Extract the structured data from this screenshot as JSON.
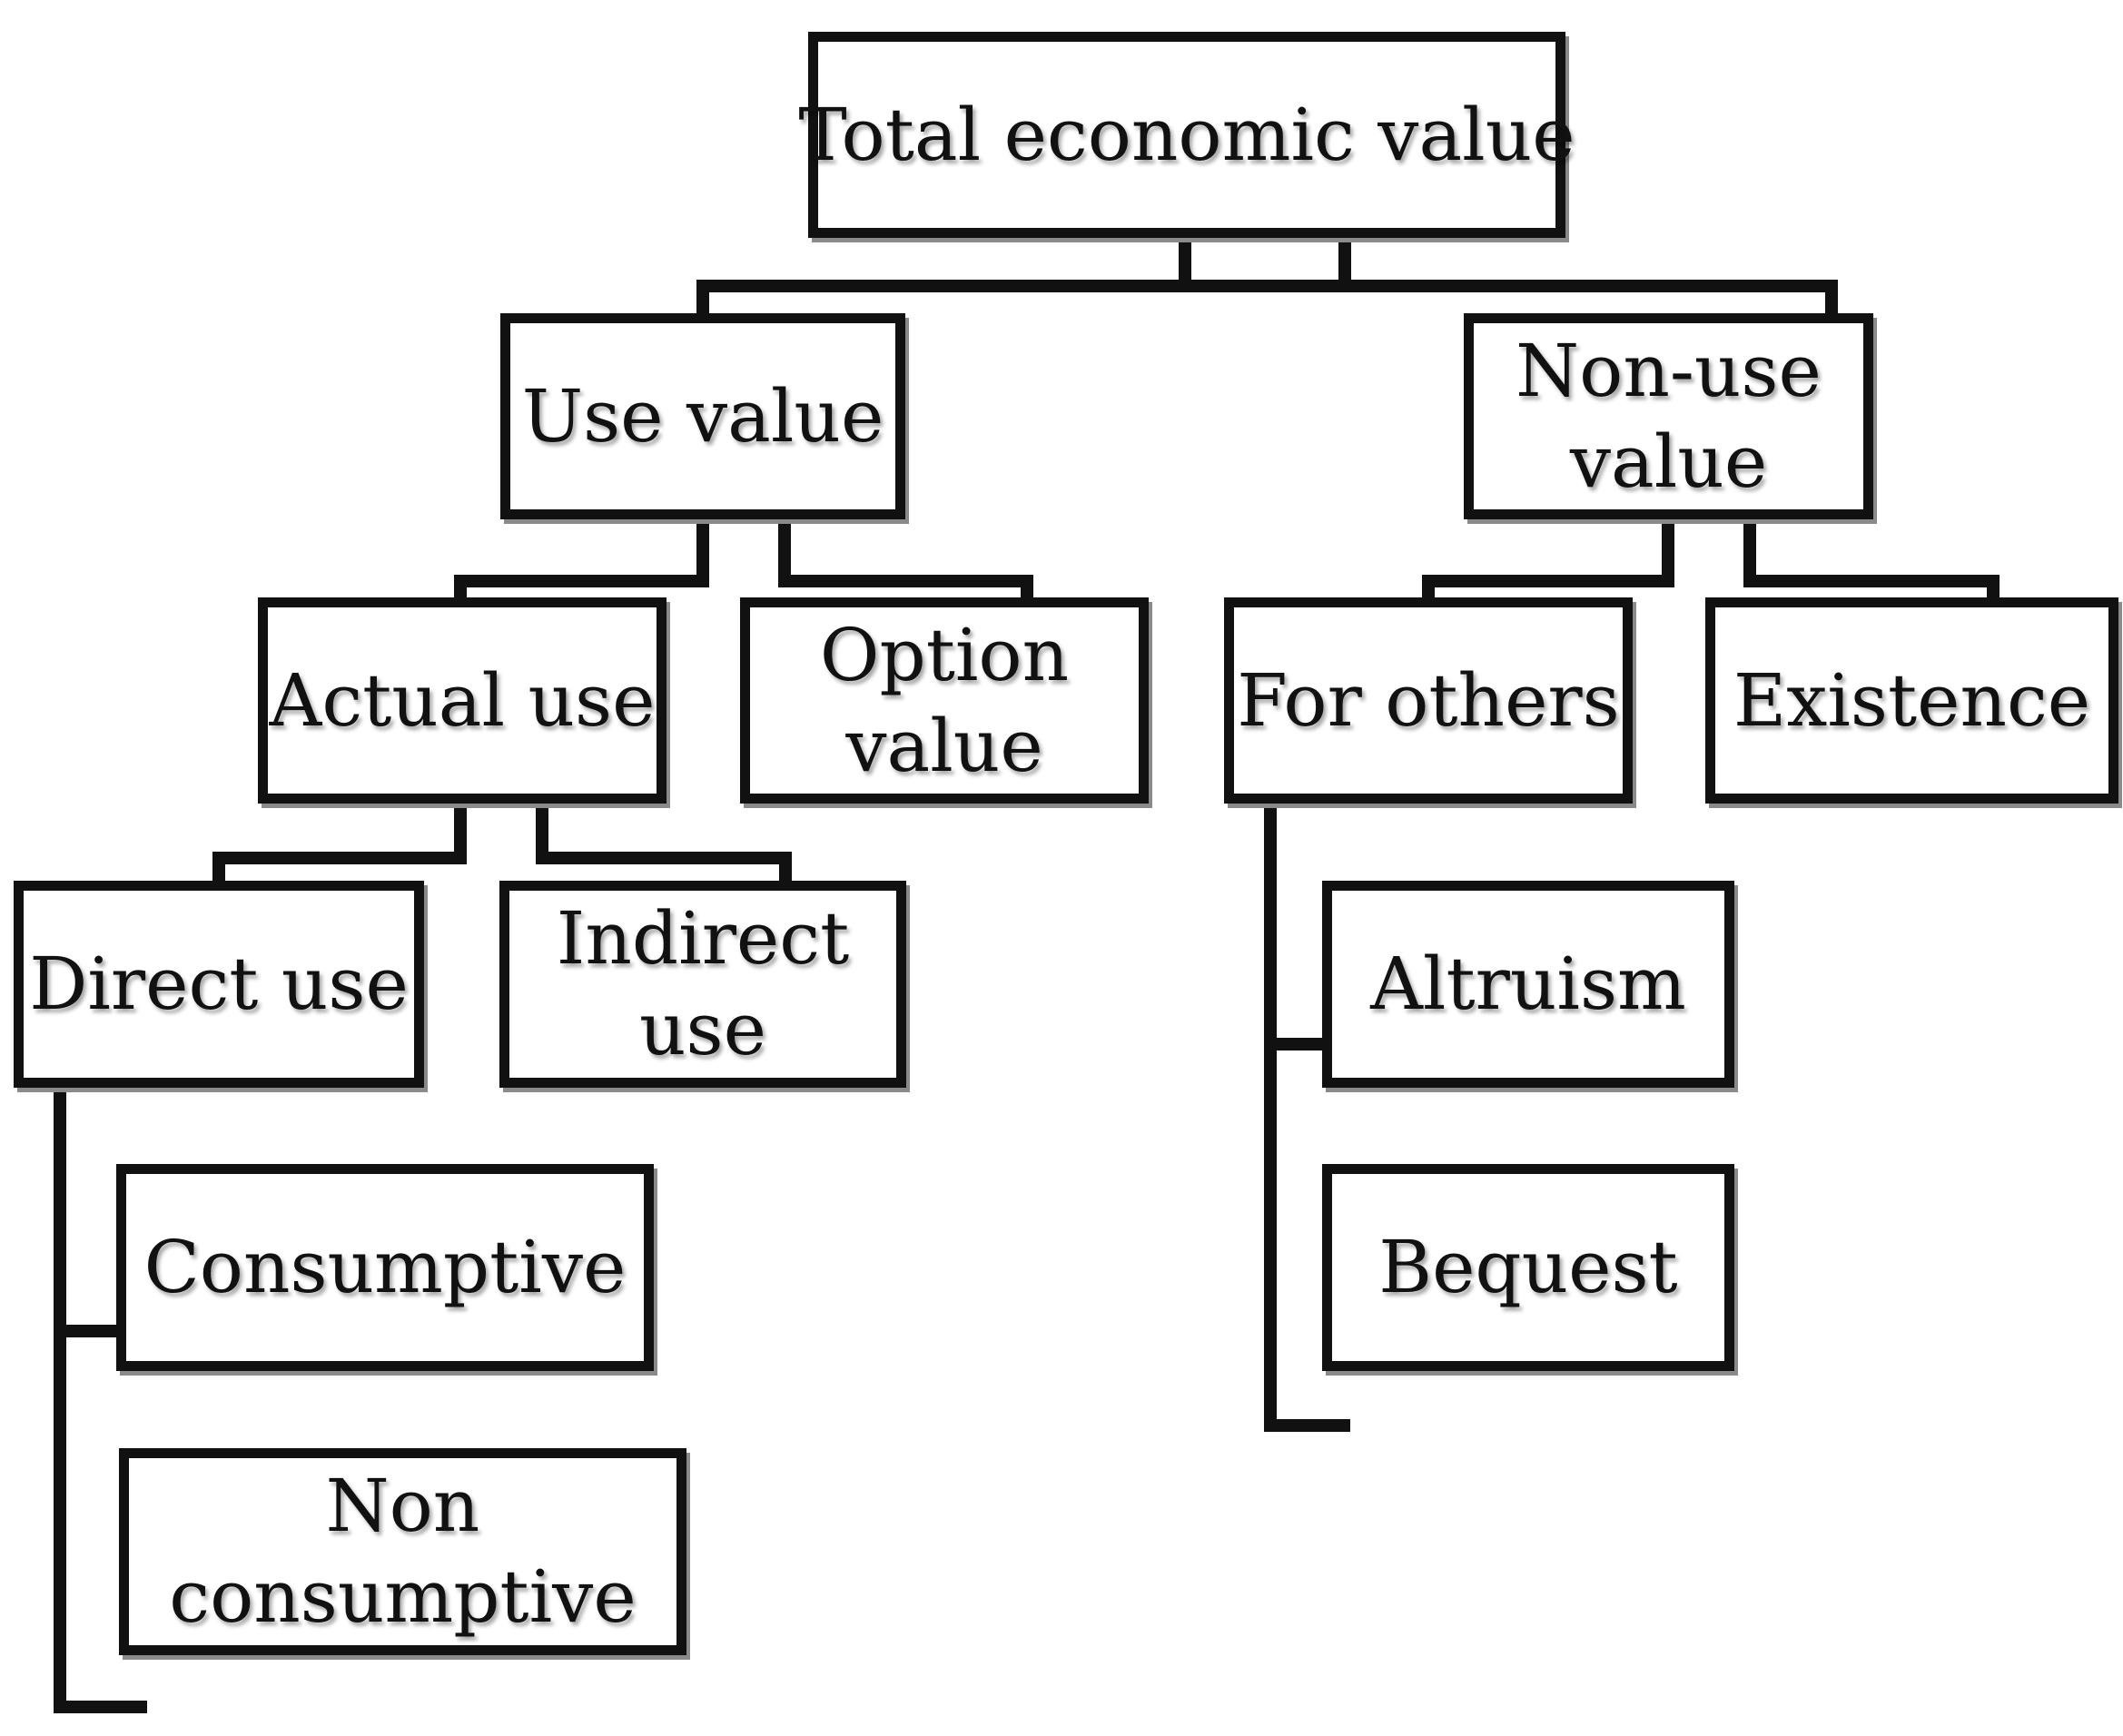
{
  "nodes": {
    "total": {
      "lines": [
        "Total economic value"
      ]
    },
    "use": {
      "lines": [
        "Use value"
      ]
    },
    "nonuse": {
      "lines": [
        "Non-use",
        "value"
      ]
    },
    "actual": {
      "lines": [
        "Actual use"
      ]
    },
    "option": {
      "lines": [
        "Option",
        "value"
      ]
    },
    "forothers": {
      "lines": [
        "For others"
      ]
    },
    "existence": {
      "lines": [
        "Existence"
      ]
    },
    "direct": {
      "lines": [
        "Direct use"
      ]
    },
    "indirect": {
      "lines": [
        "Indirect",
        "use"
      ]
    },
    "altruism": {
      "lines": [
        "Altruism"
      ]
    },
    "bequest": {
      "lines": [
        "Bequest"
      ]
    },
    "consumptive": {
      "lines": [
        "Consumptive"
      ]
    },
    "nonconsumptive": {
      "lines": [
        "Non",
        "consumptive"
      ]
    }
  },
  "colors": {
    "stroke": "#111111",
    "shadow": "#8a8a8a",
    "background": "#ffffff"
  }
}
